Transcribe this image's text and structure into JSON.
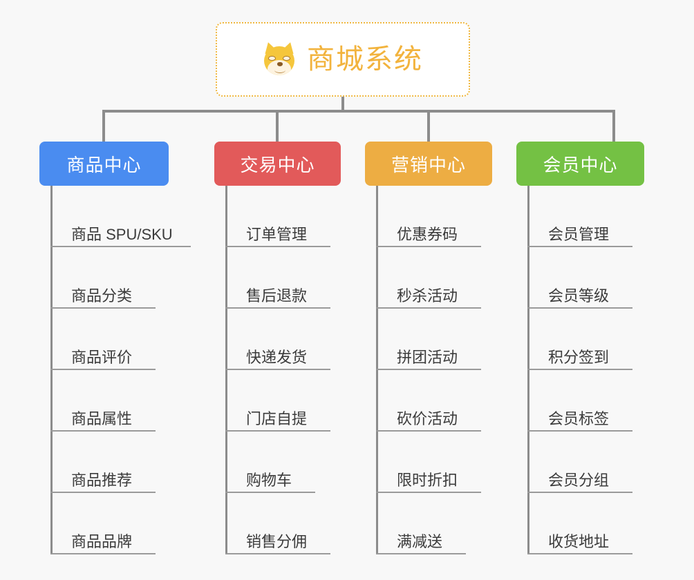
{
  "background_color": "#f8f8f8",
  "root": {
    "title": "商城系统",
    "icon": "shiba-dog-face-emoji",
    "border_color": "#f0b840",
    "text_color": "#f2b33d"
  },
  "connector_color": "#8c8c8c",
  "columns": [
    {
      "header": "商品中心",
      "color": "#4a8cf0",
      "items": [
        "商品 SPU/SKU",
        "商品分类",
        "商品评价",
        "商品属性",
        "商品推荐",
        "商品品牌"
      ]
    },
    {
      "header": "交易中心",
      "color": "#e25a5a",
      "items": [
        "订单管理",
        "售后退款",
        "快递发货",
        "门店自提",
        "购物车",
        "销售分佣"
      ]
    },
    {
      "header": "营销中心",
      "color": "#edad43",
      "items": [
        "优惠券码",
        "秒杀活动",
        "拼团活动",
        "砍价活动",
        "限时折扣",
        "满减送"
      ]
    },
    {
      "header": "会员中心",
      "color": "#74c144",
      "items": [
        "会员管理",
        "会员等级",
        "积分签到",
        "会员标签",
        "会员分组",
        "收货地址"
      ]
    }
  ]
}
